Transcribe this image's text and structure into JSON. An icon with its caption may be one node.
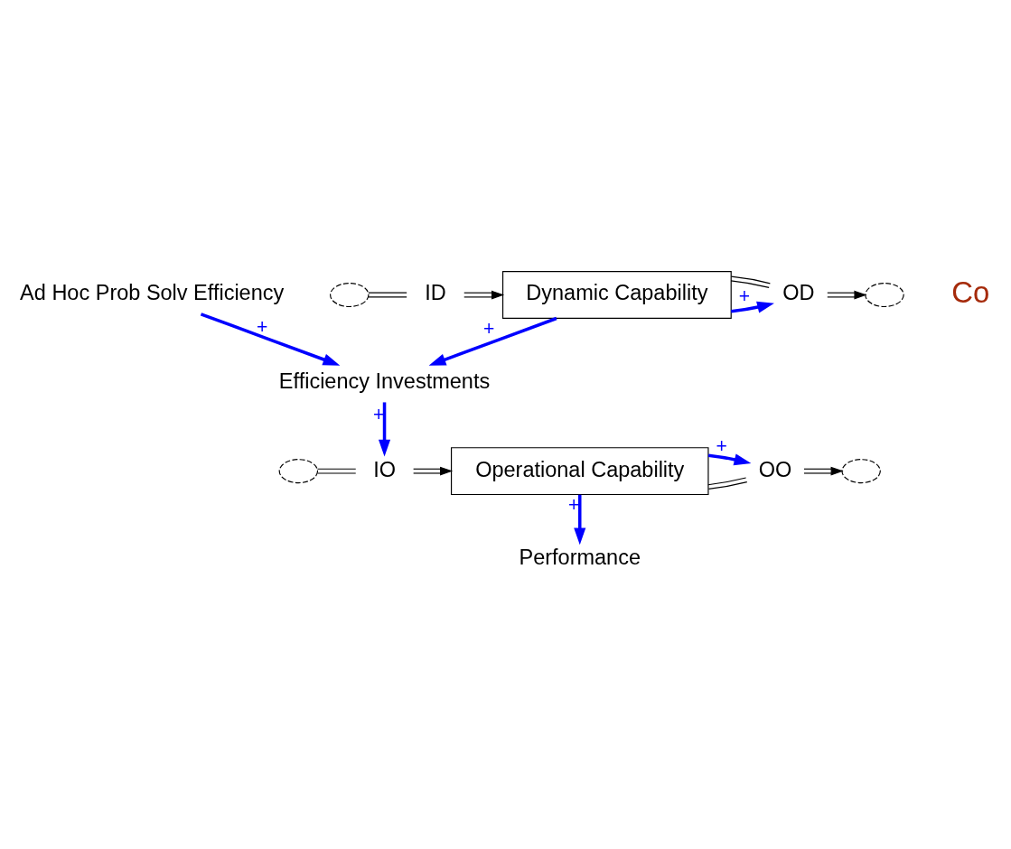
{
  "diagram": {
    "nodes": [
      {
        "text": [],
        "shape": "cloud"
      },
      {
        "text": [
          "IO"
        ]
      },
      {
        "text": [
          "Operational Capability"
        ]
      },
      {
        "text": [
          "OO"
        ]
      },
      {
        "text": [],
        "shape": "cloud"
      },
      {
        "text": [
          "Performance"
        ]
      },
      {
        "text": [
          "Efficiency Investments"
        ]
      },
      {
        "text": [
          "Ad Hoc Prob Solv Efficiency"
        ]
      },
      {
        "text": [],
        "shape": "cloud"
      },
      {
        "text": [
          "ID"
        ]
      },
      {
        "text": [
          "Dynamic Capability"
        ]
      },
      {
        "text": [
          "OD"
        ]
      },
      {
        "text": [],
        "shape": "cloud"
      }
    ],
    "edges": [
      {
        "from": 0,
        "to": 1,
        "arrow": "none"
      },
      {
        "from": 1,
        "to": 2,
        "arrow": "to"
      },
      {
        "from": 2,
        "to": 3,
        "arrow": "none"
      },
      {
        "from": 3,
        "to": 4,
        "arrow": "to"
      },
      {
        "from": 2,
        "to": 5,
        "arrow": "to",
        "label": "+",
        "style": "thick",
        "color": "#0000ff"
      },
      {
        "from": 2,
        "to": 3,
        "arrow": "to",
        "label": "+",
        "style": "thick",
        "color": "#0000ff"
      },
      {
        "from": 6,
        "to": 1,
        "arrow": "to",
        "label": "+",
        "style": "thick",
        "color": "#0000ff"
      },
      {
        "from": 7,
        "to": 6,
        "arrow": "to",
        "label": "+",
        "style": "thick",
        "color": "#0000ff"
      },
      {
        "from": 10,
        "to": 6,
        "arrow": "to",
        "label": "+",
        "style": "thick",
        "color": "#0000ff"
      },
      {
        "from": 10,
        "to": 11,
        "arrow": "to",
        "label": "+",
        "style": "thick",
        "color": "#0000ff"
      },
      {
        "from": 8,
        "to": 9,
        "arrow": "none"
      },
      {
        "from": 9,
        "to": 10,
        "arrow": "to"
      },
      {
        "from": 10,
        "to": 11,
        "arrow": "none"
      },
      {
        "from": 11,
        "to": 12,
        "arrow": "to"
      }
    ],
    "labels": [
      "Co"
    ]
  }
}
